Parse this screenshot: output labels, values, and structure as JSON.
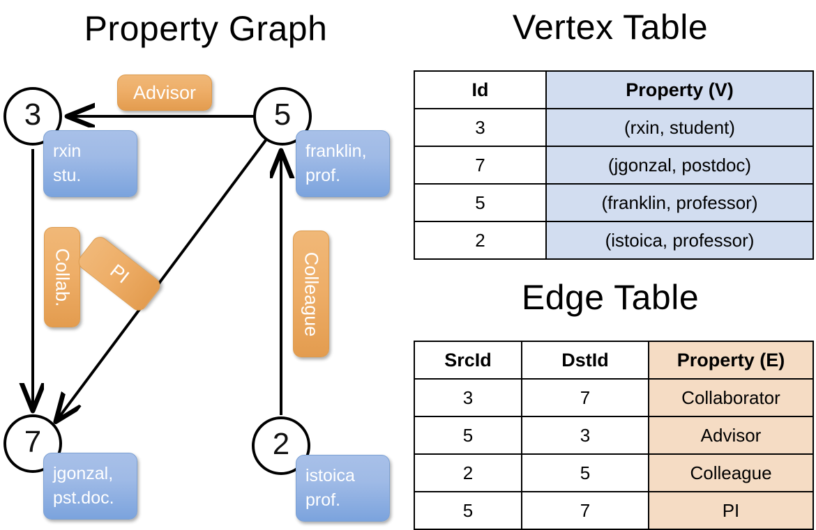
{
  "titles": {
    "property_graph": "Property Graph",
    "vertex_table": "Vertex Table",
    "edge_table": "Edge Table"
  },
  "graph": {
    "nodes": [
      {
        "id": "3",
        "label": "3"
      },
      {
        "id": "5",
        "label": "5"
      },
      {
        "id": "7",
        "label": "7"
      },
      {
        "id": "2",
        "label": "2"
      }
    ],
    "vertex_property_chips": [
      {
        "node": "3",
        "text": "rxin\nstu."
      },
      {
        "node": "5",
        "text": "franklin,\nprof."
      },
      {
        "node": "7",
        "text": "jgonzal,\npst.doc."
      },
      {
        "node": "2",
        "text": "istoica\nprof."
      }
    ],
    "edge_label_chips": [
      {
        "edge": "5->3",
        "text": "Advisor"
      },
      {
        "edge": "3->7",
        "text": "Collab."
      },
      {
        "edge": "5->7",
        "text": "PI"
      },
      {
        "edge": "2->5",
        "text": "Colleague"
      }
    ]
  },
  "vertex_table": {
    "headers": [
      "Id",
      "Property (V)"
    ],
    "rows": [
      [
        "3",
        "(rxin, student)"
      ],
      [
        "7",
        "(jgonzal, postdoc)"
      ],
      [
        "5",
        "(franklin, professor)"
      ],
      [
        "2",
        "(istoica, professor)"
      ]
    ]
  },
  "edge_table": {
    "headers": [
      "SrcId",
      "DstId",
      "Property (E)"
    ],
    "rows": [
      [
        "3",
        "7",
        "Collaborator"
      ],
      [
        "5",
        "3",
        "Advisor"
      ],
      [
        "2",
        "5",
        "Colleague"
      ],
      [
        "5",
        "7",
        "PI"
      ]
    ]
  },
  "colors": {
    "vertex_property_fill": "#d2ddf0",
    "edge_property_fill": "#f5dcc4",
    "chip_blue": "#7ba3dd",
    "chip_orange": "#e39c4f",
    "stroke": "#000000",
    "background": "#ffffff"
  }
}
